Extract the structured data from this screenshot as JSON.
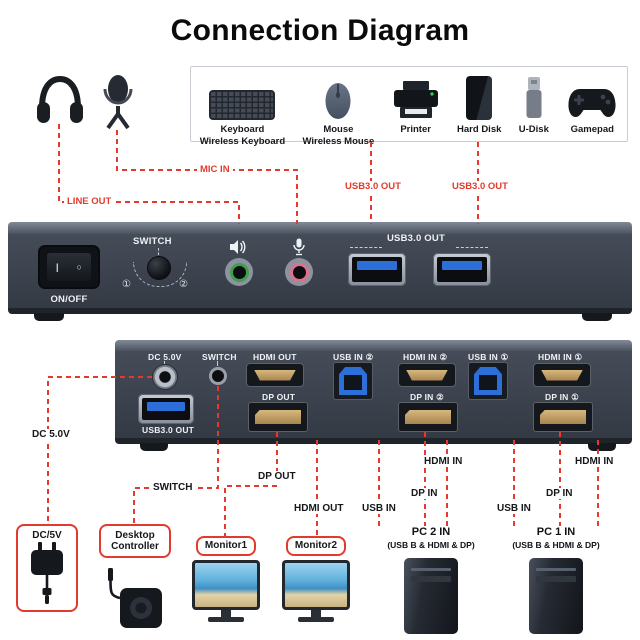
{
  "title": "Connection Diagram",
  "colors": {
    "accent_red": "#e23a2d",
    "panel_dark": "#3d4450",
    "usb_blue": "#2c6fd8",
    "hdmi_gold": "#c9a86a",
    "line_out_green": "#3f9f4c",
    "mic_in_pink": "#df6f8d"
  },
  "top_devices": {
    "keyboard": {
      "line1": "Keyboard",
      "line2": "Wireless Keyboard"
    },
    "mouse": {
      "line1": "Mouse",
      "line2": "Wireless Mouse"
    },
    "printer": {
      "label": "Printer"
    },
    "hard_disk": {
      "label": "Hard Disk"
    },
    "u_disk": {
      "label": "U-Disk"
    },
    "gamepad": {
      "label": "Gamepad"
    }
  },
  "front_links": {
    "line_out": "LINE OUT",
    "mic_in": "MIC IN",
    "usb3_out_left": "USB3.0 OUT",
    "usb3_out_right": "USB3.0 OUT"
  },
  "front_panel": {
    "on_off": "ON/OFF",
    "switch": "SWITCH",
    "channel_1": "①",
    "channel_2": "②",
    "usb3_out": "USB3.0 OUT",
    "power_line": "|",
    "power_circle": "○"
  },
  "rear_panel": {
    "dc": "DC 5.0V",
    "switch": "SWITCH",
    "hdmi_out": "HDMI OUT",
    "usb3_out": "USB3.0 OUT",
    "dp_out": "DP OUT",
    "usb_in_2": "USB IN ②",
    "hdmi_in_2": "HDMI IN ②",
    "dp_in_2": "DP IN ②",
    "usb_in_1": "USB IN ①",
    "hdmi_in_1": "HDMI IN ①",
    "dp_in_1": "DP IN ①"
  },
  "rear_links": {
    "dc": "DC 5.0V",
    "switch": "SWITCH",
    "dp_out": "DP OUT",
    "hdmi_out": "HDMI OUT",
    "usb_in_pc2": "USB IN",
    "dp_in_pc2": "DP IN",
    "hdmi_in_pc2": "HDMI IN",
    "usb_in_pc1": "USB IN",
    "dp_in_pc1": "DP IN",
    "hdmi_in_pc1": "HDMI IN"
  },
  "bottom_devices": {
    "power": "DC/5V",
    "controller_line1": "Desktop",
    "controller_line2": "Controller",
    "monitor1": "Monitor1",
    "monitor2": "Monitor2",
    "pc2_title": "PC 2 IN",
    "pc2_sub": "(USB B & HDMI & DP)",
    "pc1_title": "PC 1 IN",
    "pc1_sub": "(USB B & HDMI & DP)"
  }
}
